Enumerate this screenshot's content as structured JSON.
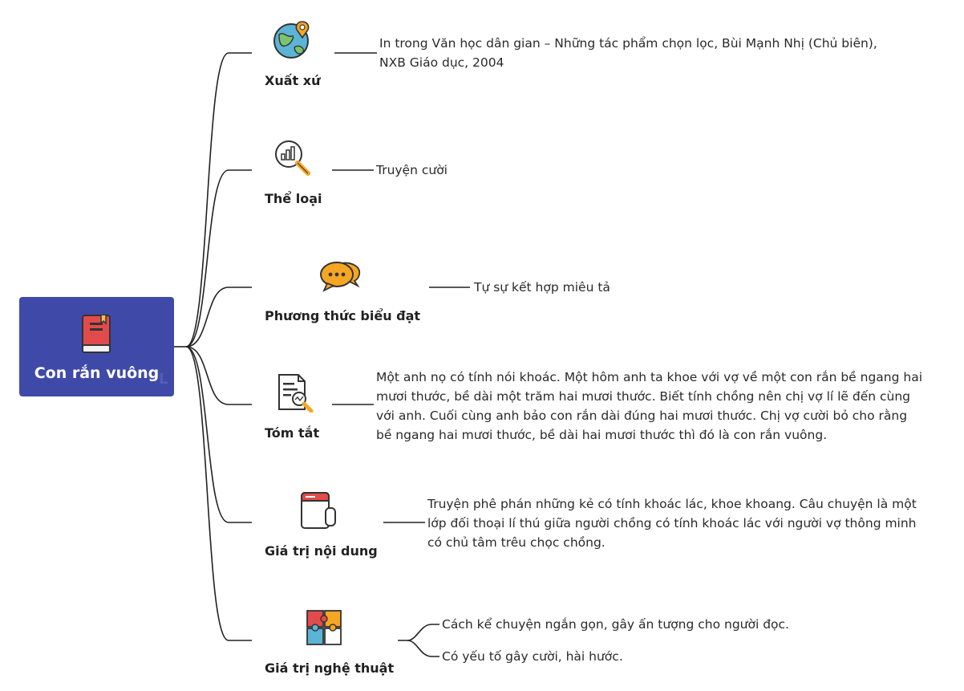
{
  "root": {
    "title": "Con rắn vuông",
    "icon": "book-icon"
  },
  "branches": [
    {
      "label": "Xuất xứ",
      "icon": "globe-pin-icon",
      "leaves": [
        "In trong Văn học dân gian – Những tác phẩm chọn lọc, Bùi Mạnh Nhị (Chủ biên),",
        "NXB Giáo dục, 2004"
      ]
    },
    {
      "label": "Thể loại",
      "icon": "magnifier-chart-icon",
      "leaves": [
        "Truyện cười"
      ]
    },
    {
      "label": "Phương thức biểu đạt",
      "icon": "chat-bubbles-icon",
      "leaves": [
        "Tự sự kết hợp miêu tả"
      ]
    },
    {
      "label": "Tóm tắt",
      "icon": "document-search-icon",
      "leaves": [
        "Một anh nọ có tính nói khoác. Một hôm anh ta khoe với vợ về một con rắn bề ngang hai",
        "mươi thước, bề dài một trăm hai mươi thước. Biết tính chồng nên chị vợ lí lẽ đến cùng",
        "với anh. Cuối cùng anh bảo con rắn dài đúng hai mươi thước. Chị vợ cười bỏ cho rằng",
        "bề ngang hai mươi thước, bề dài hai mươi thước thì đó là con rắn vuông."
      ]
    },
    {
      "label": "Giá trị nội dung",
      "icon": "notebook-icon",
      "leaves": [
        "Truyện phê phán những kẻ có tính khoác lác, khoe khoang. Câu chuyện là một",
        "lớp đối thoại lí thú giữa người chồng có tính khoác lác với người vợ thông minh",
        "có chủ tâm trêu chọc chồng."
      ]
    },
    {
      "label": "Giá trị nghệ thuật",
      "icon": "puzzle-icon",
      "leaves": [
        "Cách kể chuyện ngắn gọn, gây ấn tượng cho người đọc.",
        "Có yếu tố gây cười, hài hước."
      ]
    }
  ],
  "colors": {
    "root_bg": "#3f4aa8",
    "line": "#222222"
  }
}
